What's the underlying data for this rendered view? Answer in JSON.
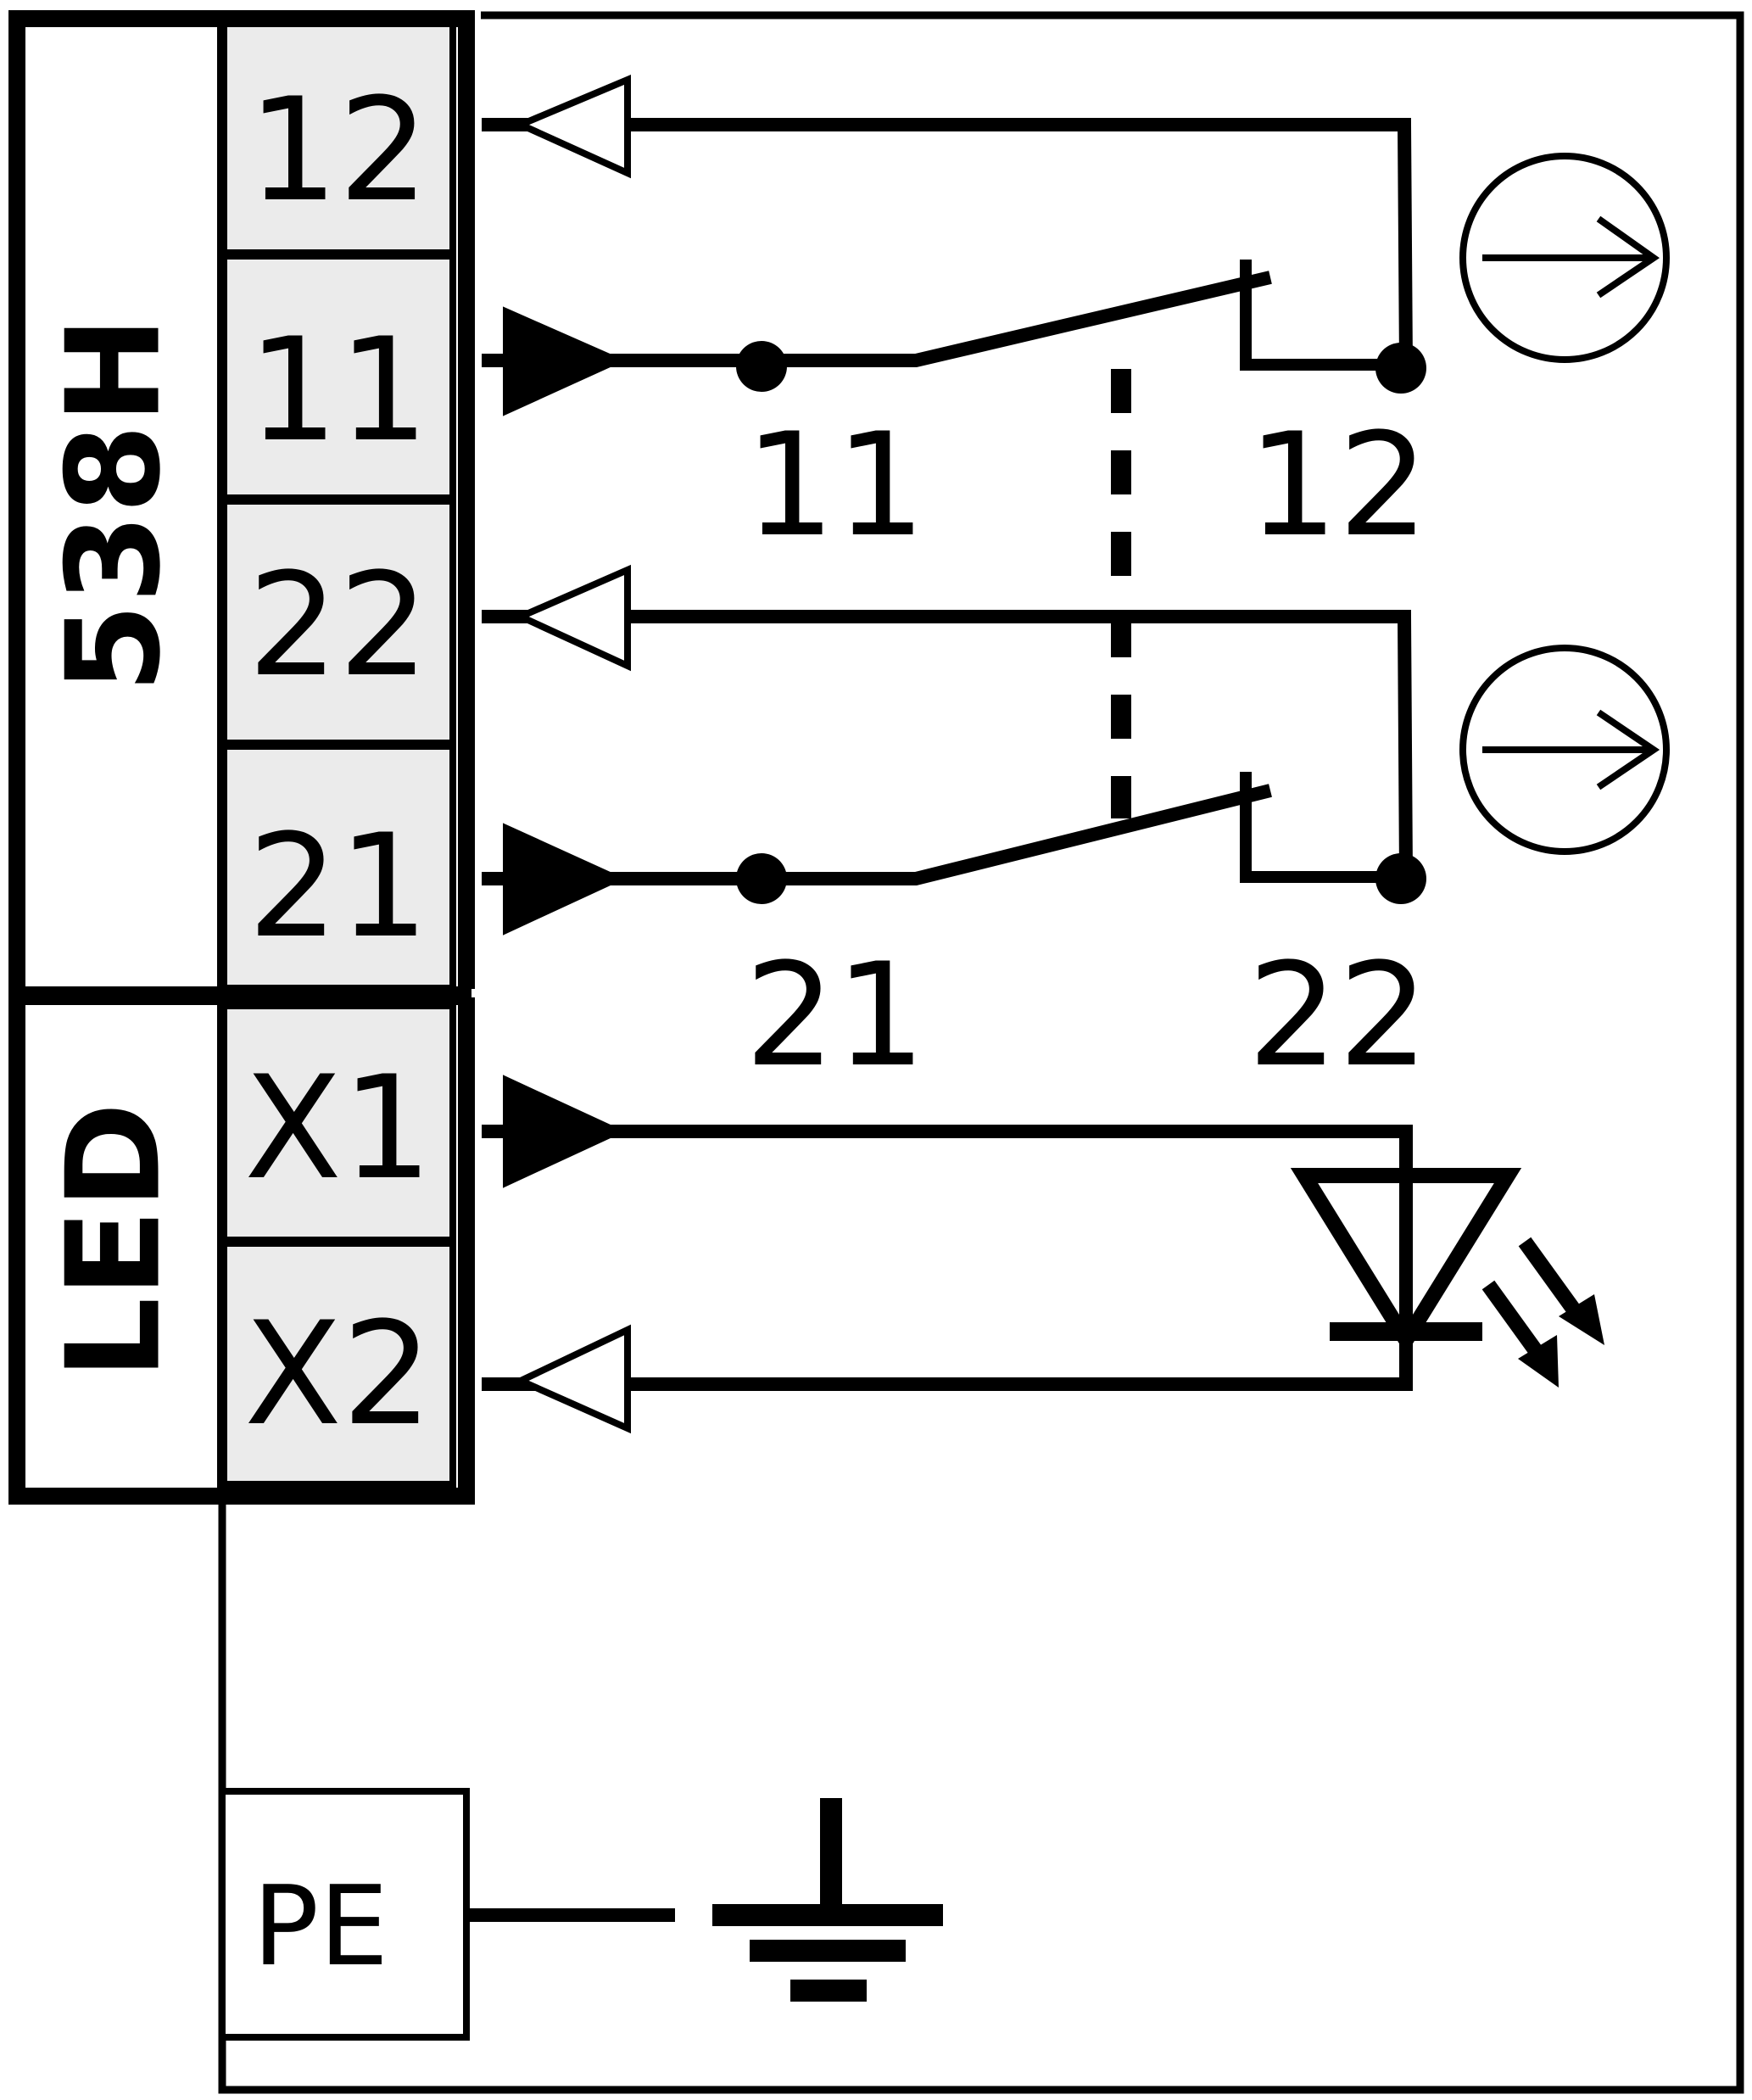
{
  "device": {
    "type_label": "538H",
    "led_label": "LED"
  },
  "terminals": [
    {
      "label": "12"
    },
    {
      "label": "11"
    },
    {
      "label": "22"
    },
    {
      "label": "21"
    },
    {
      "label": "X1"
    },
    {
      "label": "X2"
    }
  ],
  "contacts": [
    {
      "left": "11",
      "right": "12"
    },
    {
      "left": "21",
      "right": "22"
    }
  ],
  "earth": {
    "label": "PE"
  }
}
